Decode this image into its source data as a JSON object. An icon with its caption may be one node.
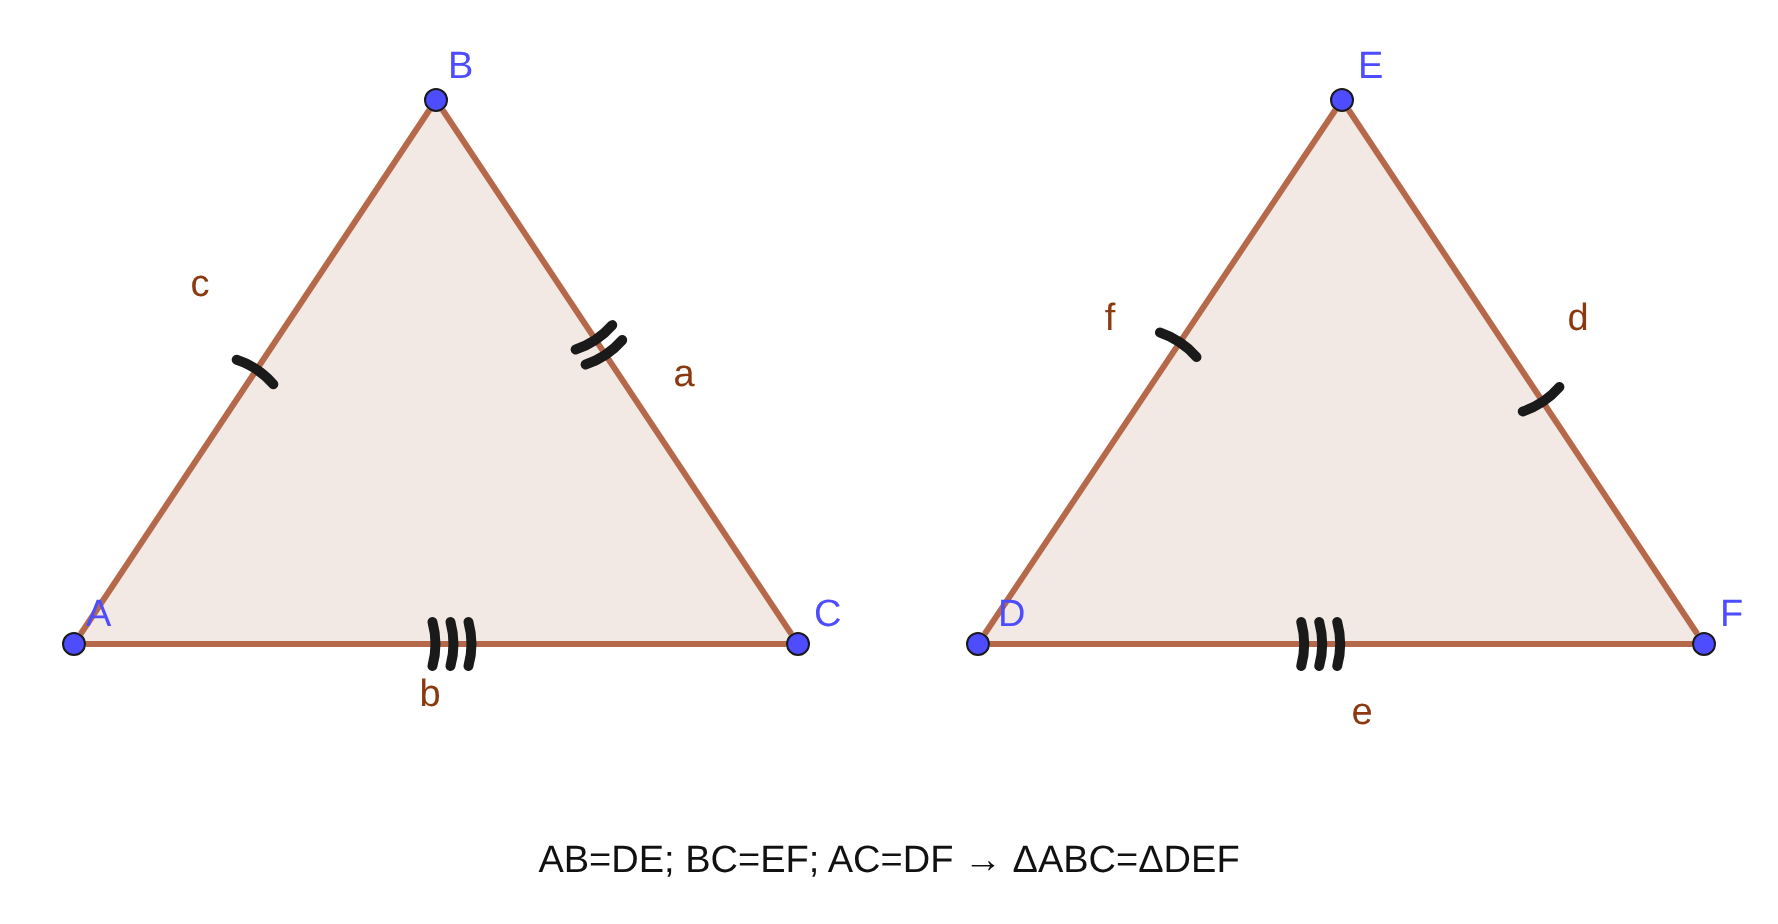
{
  "diagram": {
    "caption": "AB=DE; BC=EF; AC=DF → ΔABC=ΔDEF",
    "nodes": [
      {
        "text": [
          "A"
        ]
      },
      {
        "text": [
          "B"
        ]
      },
      {
        "text": [
          "C"
        ]
      },
      {
        "text": [
          "D"
        ]
      },
      {
        "text": [
          "E"
        ]
      },
      {
        "text": [
          "F"
        ]
      }
    ],
    "edges": [
      {
        "from": 0,
        "to": 1,
        "arrow": "none",
        "label": "c"
      },
      {
        "from": 1,
        "to": 2,
        "arrow": "none",
        "label": "a"
      },
      {
        "from": 0,
        "to": 2,
        "arrow": "none",
        "label": "b"
      },
      {
        "from": 3,
        "to": 4,
        "arrow": "none",
        "label": "f"
      },
      {
        "from": 4,
        "to": 5,
        "arrow": "none",
        "label": "d"
      },
      {
        "from": 3,
        "to": 5,
        "arrow": "none",
        "label": "e"
      }
    ]
  }
}
